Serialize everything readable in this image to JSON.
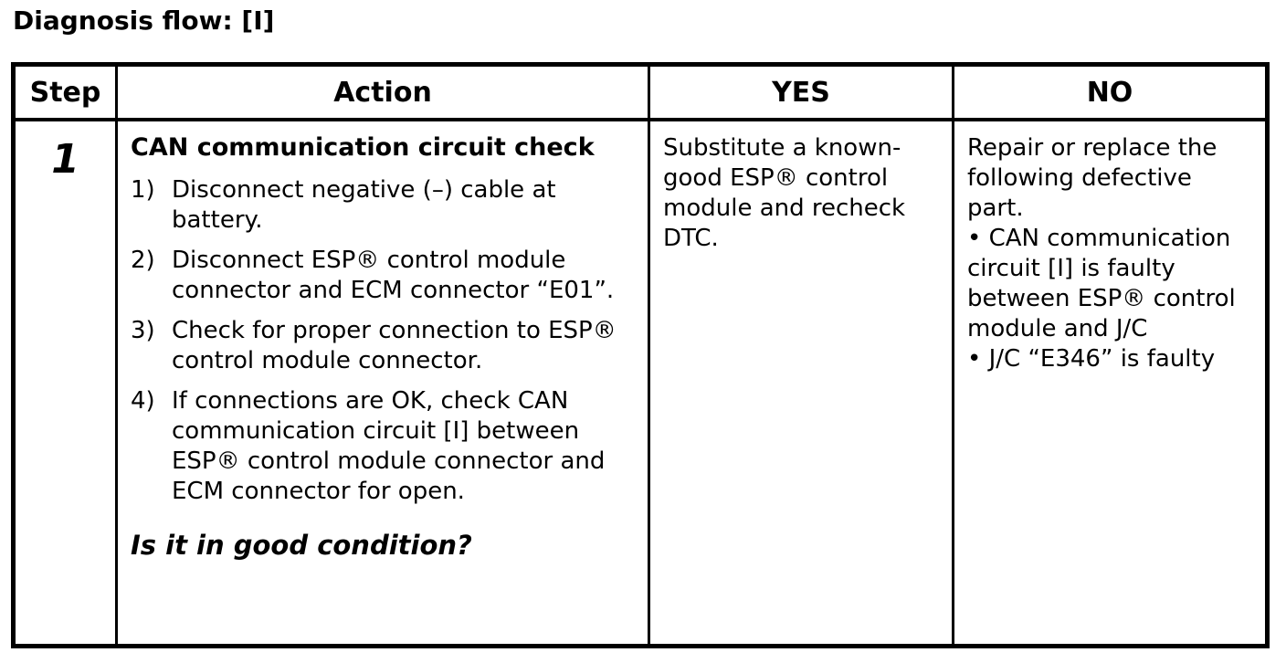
{
  "title": "Diagnosis flow: [I]",
  "table": {
    "headers": {
      "step": "Step",
      "action": "Action",
      "yes": "YES",
      "no": "NO"
    },
    "row": {
      "step": "1",
      "action": {
        "heading": "CAN communication circuit check",
        "items": [
          {
            "num": "1)",
            "text": "Disconnect negative (–) cable at battery."
          },
          {
            "num": "2)",
            "text": "Disconnect ESP® control module connector and ECM connector “E01”."
          },
          {
            "num": "3)",
            "text": "Check for proper connection to ESP® control module connector."
          },
          {
            "num": "4)",
            "text": "If connections are OK, check CAN communication circuit [I] between ESP® control module connector and ECM connector for open."
          }
        ],
        "question": "Is it in good condition?"
      },
      "yes": "Substitute a known-good ESP® control module and recheck DTC.",
      "no": [
        "Repair or replace the following defective part.",
        "• CAN communication circuit [I] is faulty between ESP® control module and J/C",
        "• J/C “E346” is faulty"
      ]
    }
  }
}
